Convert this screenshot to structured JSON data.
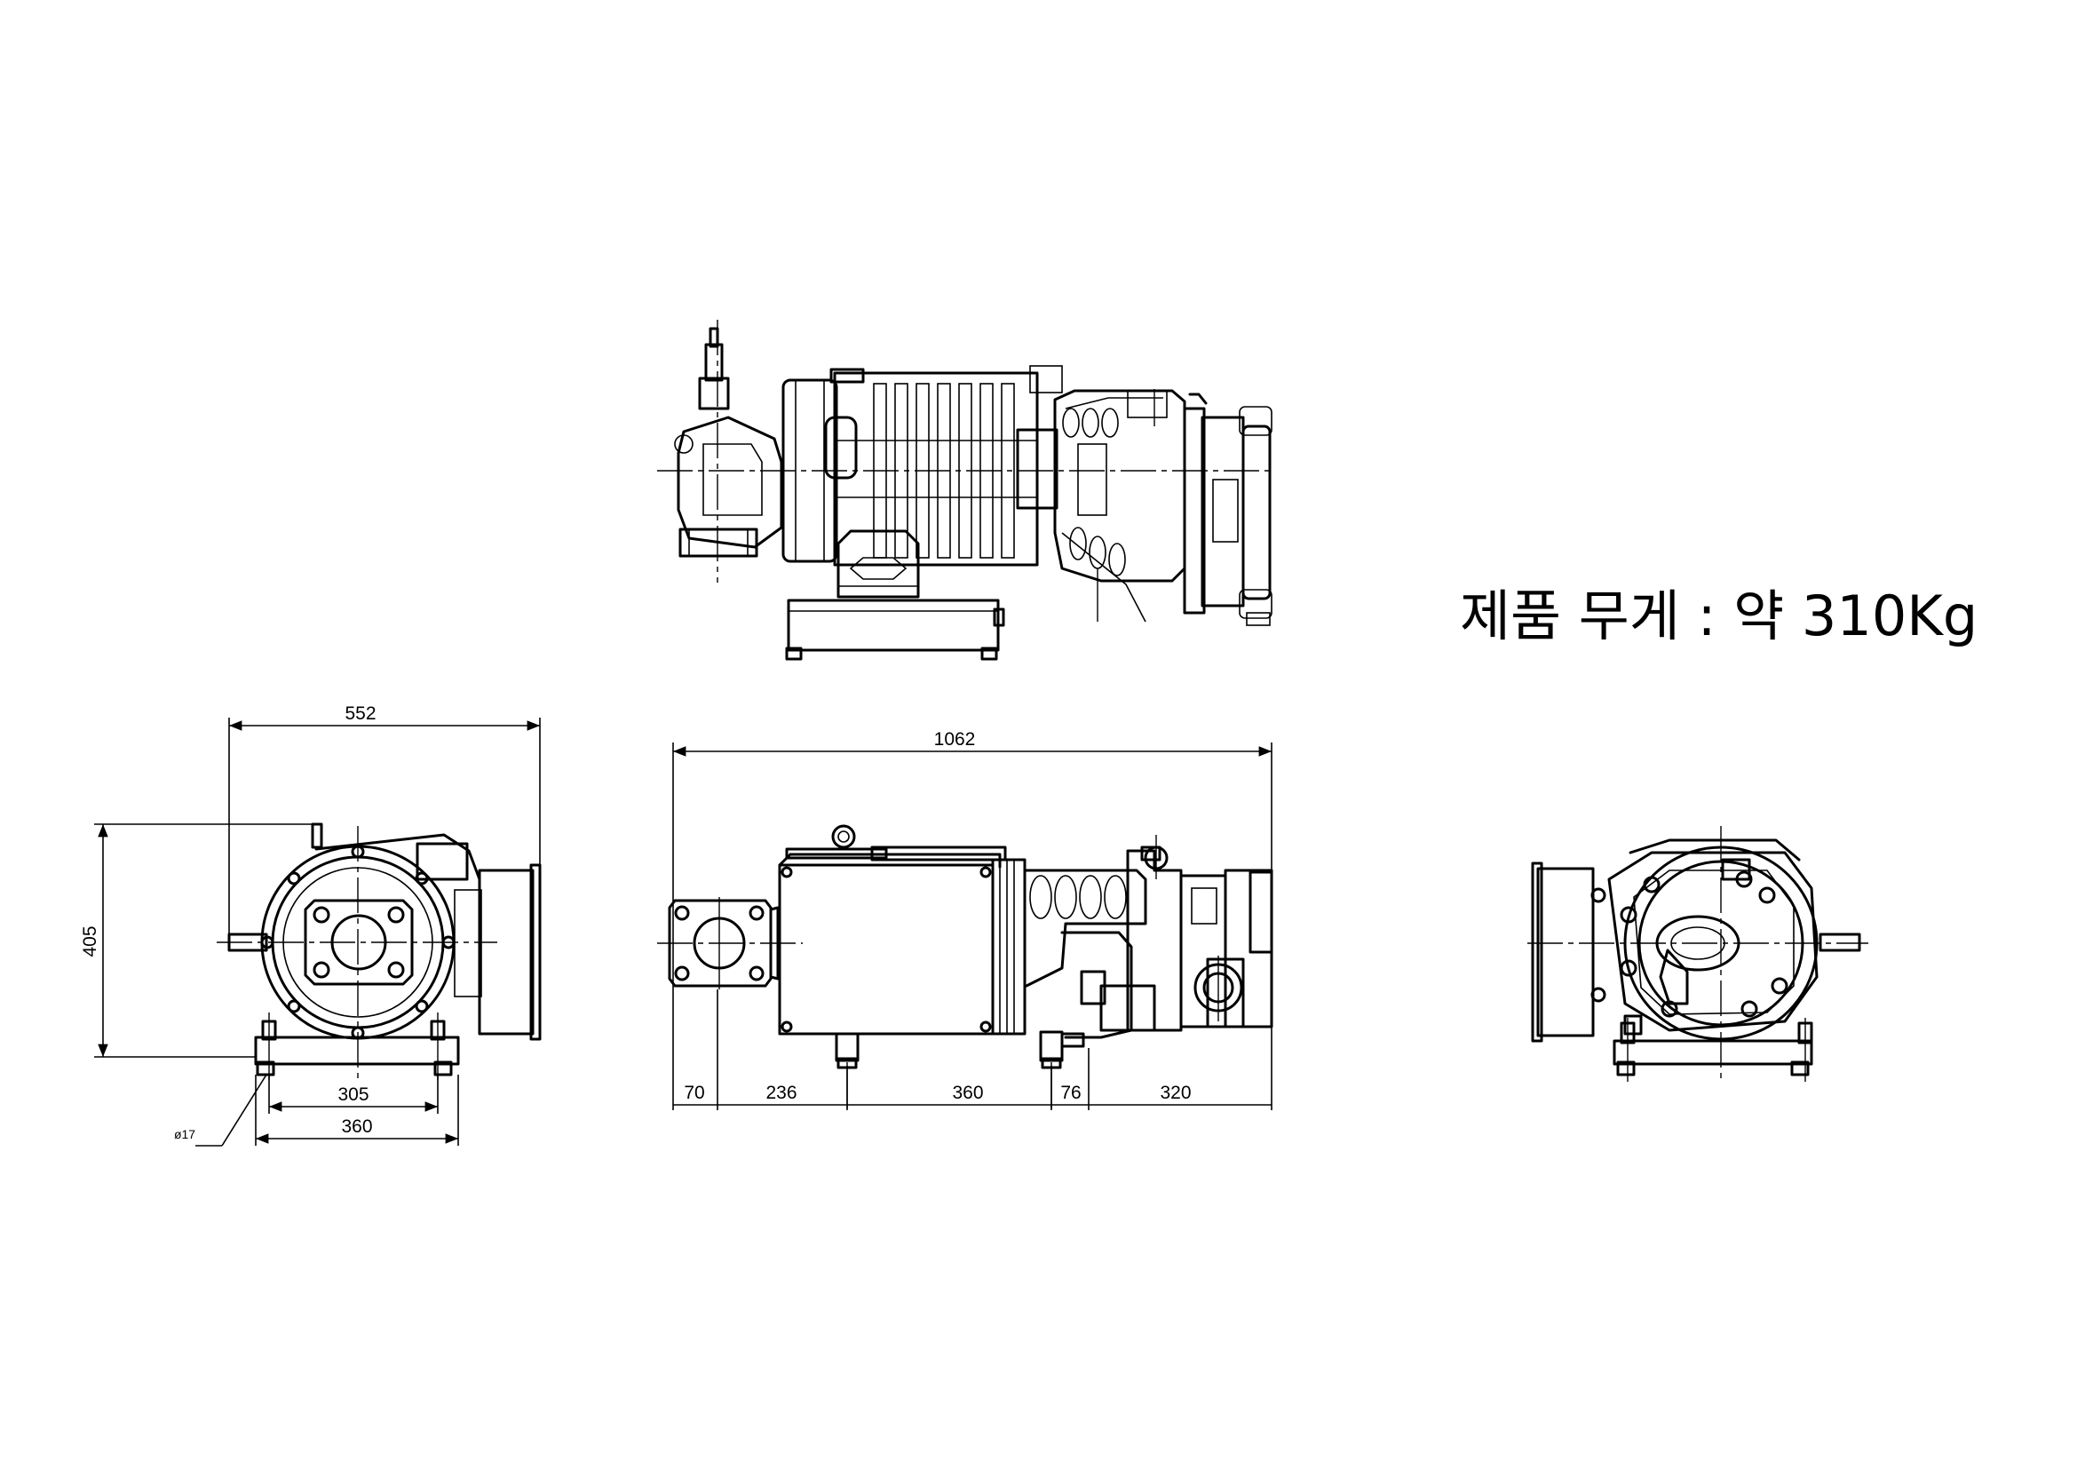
{
  "weight_label": "제품 무게 : 약 310Kg",
  "front_view": {
    "width": "552",
    "height": "405",
    "foot_span_inner": "305",
    "foot_span_outer": "360",
    "hole_diameter": "ø17"
  },
  "side_view": {
    "overall_length": "1062",
    "segments": [
      "70",
      "236",
      "360",
      "76",
      "320"
    ]
  }
}
